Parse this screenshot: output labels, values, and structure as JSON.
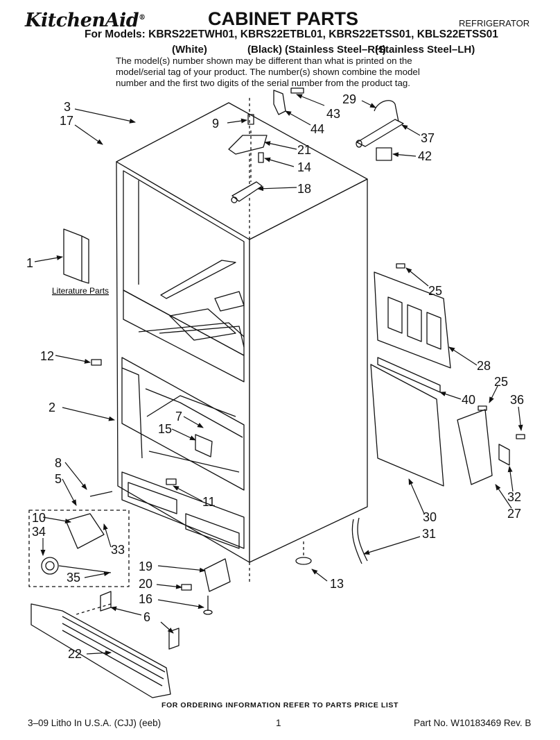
{
  "header": {
    "brand": "KitchenAid",
    "brand_mark": "®",
    "title": "CABINET PARTS",
    "category": "REFRIGERATOR",
    "models_line": "For Models: KBRS22ETWH01, KBRS22ETBL01, KBRS22ETSS01, KBLS22ETSS01",
    "variants": [
      "(White)",
      "(Black)",
      "(Stainless Steel–RH)",
      "(Stainless Steel–LH)"
    ],
    "notice": "The model(s) number shown may be different than what is printed on the model/serial tag of your product. The number(s) shown combine the model number and the first two digits of the serial number from the product tag."
  },
  "diagram": {
    "literature_label": "Literature Parts",
    "callouts": [
      {
        "id": "c3",
        "text": "3"
      },
      {
        "id": "c17",
        "text": "17"
      },
      {
        "id": "c9",
        "text": "9"
      },
      {
        "id": "c43",
        "text": "43"
      },
      {
        "id": "c44",
        "text": "44"
      },
      {
        "id": "c29",
        "text": "29"
      },
      {
        "id": "c37",
        "text": "37"
      },
      {
        "id": "c21",
        "text": "21"
      },
      {
        "id": "c14",
        "text": "14"
      },
      {
        "id": "c42",
        "text": "42"
      },
      {
        "id": "c18",
        "text": "18"
      },
      {
        "id": "c1",
        "text": "1"
      },
      {
        "id": "c25a",
        "text": "25"
      },
      {
        "id": "c12",
        "text": "12"
      },
      {
        "id": "c28",
        "text": "28"
      },
      {
        "id": "c25b",
        "text": "25"
      },
      {
        "id": "c2",
        "text": "2"
      },
      {
        "id": "c40",
        "text": "40"
      },
      {
        "id": "c36",
        "text": "36"
      },
      {
        "id": "c7",
        "text": "7"
      },
      {
        "id": "c15",
        "text": "15"
      },
      {
        "id": "c8",
        "text": "8"
      },
      {
        "id": "c5",
        "text": "5"
      },
      {
        "id": "c11",
        "text": "11"
      },
      {
        "id": "c32",
        "text": "32"
      },
      {
        "id": "c27",
        "text": "27"
      },
      {
        "id": "c10",
        "text": "10"
      },
      {
        "id": "c34",
        "text": "34"
      },
      {
        "id": "c30",
        "text": "30"
      },
      {
        "id": "c31",
        "text": "31"
      },
      {
        "id": "c33",
        "text": "33"
      },
      {
        "id": "c19",
        "text": "19"
      },
      {
        "id": "c35",
        "text": "35"
      },
      {
        "id": "c13",
        "text": "13"
      },
      {
        "id": "c20",
        "text": "20"
      },
      {
        "id": "c16",
        "text": "16"
      },
      {
        "id": "c6",
        "text": "6"
      },
      {
        "id": "c22",
        "text": "22"
      }
    ]
  },
  "footer": {
    "order_info": "FOR ORDERING INFORMATION REFER TO PARTS PRICE LIST",
    "litho": "3–09 Litho In U.S.A. (CJJ) (eeb)",
    "page": "1",
    "part_no": "Part No. W10183469 Rev. B"
  }
}
